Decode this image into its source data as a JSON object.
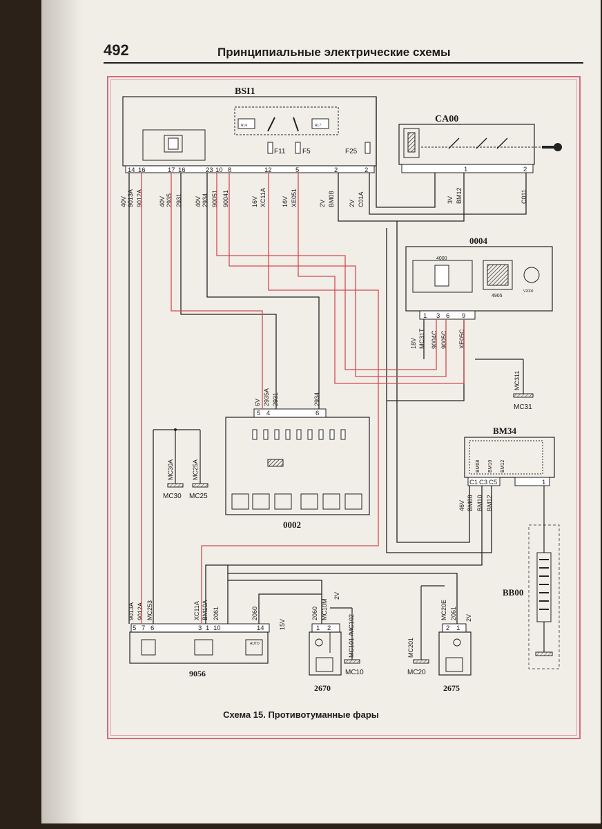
{
  "page_number": "492",
  "page_title": "Принципиальные электрические схемы",
  "caption": "Схема 15. Противотуманные фары",
  "colors": {
    "red_wire": "#d8474f",
    "black_wire": "#222222",
    "frame": "#d86a78"
  },
  "components": {
    "bsi1": "BSI1",
    "ca00": "CA00",
    "c0004": "0004",
    "c4000": "4000",
    "c4905": "4905",
    "v2000": "V2000",
    "bm34": "BM34",
    "c0002": "0002",
    "bb00": "BB00",
    "c9056": "9056",
    "c2670": "2670",
    "c2675": "2675"
  },
  "bsi1": {
    "relays": [
      "RL6",
      "RL7"
    ],
    "fuses": [
      "F11",
      "F5",
      "F25"
    ],
    "pins": [
      "14",
      "16",
      "17",
      "16",
      "23",
      "10",
      "8",
      "12",
      "5",
      "2",
      "2"
    ],
    "wires": [
      {
        "conn": "40V",
        "a": "9013A",
        "b": "9012A"
      },
      {
        "conn": "40V",
        "a": "2935",
        "b": "2931"
      },
      {
        "conn": "40V",
        "a": "2934",
        "b": "90051"
      },
      {
        "conn": "",
        "a": "90041",
        "b": ""
      },
      {
        "conn": "16V",
        "a": "XC11A",
        "b": ""
      },
      {
        "conn": "16V",
        "a": "XE051",
        "b": ""
      },
      {
        "conn": "2V",
        "a": "BM08",
        "b": ""
      },
      {
        "conn": "2V",
        "a": "C01A",
        "b": ""
      }
    ]
  },
  "ca00": {
    "pins": [
      "1",
      "2"
    ],
    "wires": [
      {
        "conn": "3V",
        "a": "BM12"
      },
      {
        "conn": "",
        "a": "C011"
      }
    ]
  },
  "c0004": {
    "pins": [
      "1",
      "3",
      "6",
      "9"
    ],
    "wires": [
      {
        "conn": "18V",
        "a": "MC31T"
      },
      {
        "conn": "",
        "a": "9004C"
      },
      {
        "conn": "",
        "a": "9005C"
      },
      {
        "conn": "",
        "a": "XE05C"
      }
    ]
  },
  "grounds": {
    "mc31_wire": "MC311",
    "mc31": "MC31",
    "mc30_wire": "MC30A",
    "mc30": "MC30",
    "mc25_wire": "MC25A",
    "mc25": "MC25",
    "mc10_wire": "MC101 /MC102",
    "mc10": "MC10",
    "mc20_wire": "MC201",
    "mc20": "MC20"
  },
  "c0002": {
    "pins": [
      "5",
      "4",
      "6"
    ],
    "wires": [
      {
        "conn": "6V",
        "a": "2935A"
      },
      {
        "conn": "",
        "a": "2931"
      },
      {
        "conn": "",
        "a": "2934"
      }
    ]
  },
  "bm34": {
    "inner": [
      "BM08",
      "BM10",
      "BM12"
    ],
    "pins": [
      "C1",
      "C3",
      "C5",
      "1"
    ],
    "wires": [
      {
        "conn": "46V",
        "a": "BM08"
      },
      {
        "conn": "",
        "a": "BM10"
      },
      {
        "conn": "",
        "a": "BM12"
      }
    ]
  },
  "c9056": {
    "pins": [
      "5",
      "7",
      "6",
      "3",
      "1",
      "10",
      "14"
    ],
    "wires": [
      "9013A",
      "9012A",
      "MC253",
      "XC11A",
      "BM10A",
      "2061",
      "2060"
    ],
    "conn": "15V",
    "auto": "AUTO"
  },
  "c2670": {
    "pins": [
      "1",
      "2"
    ],
    "wires": [
      "2060",
      "MC10M"
    ],
    "conn": "2V"
  },
  "c2675": {
    "pins": [
      "2",
      "1"
    ],
    "wires": [
      "MC20E",
      "2061"
    ],
    "conn": "2V"
  }
}
